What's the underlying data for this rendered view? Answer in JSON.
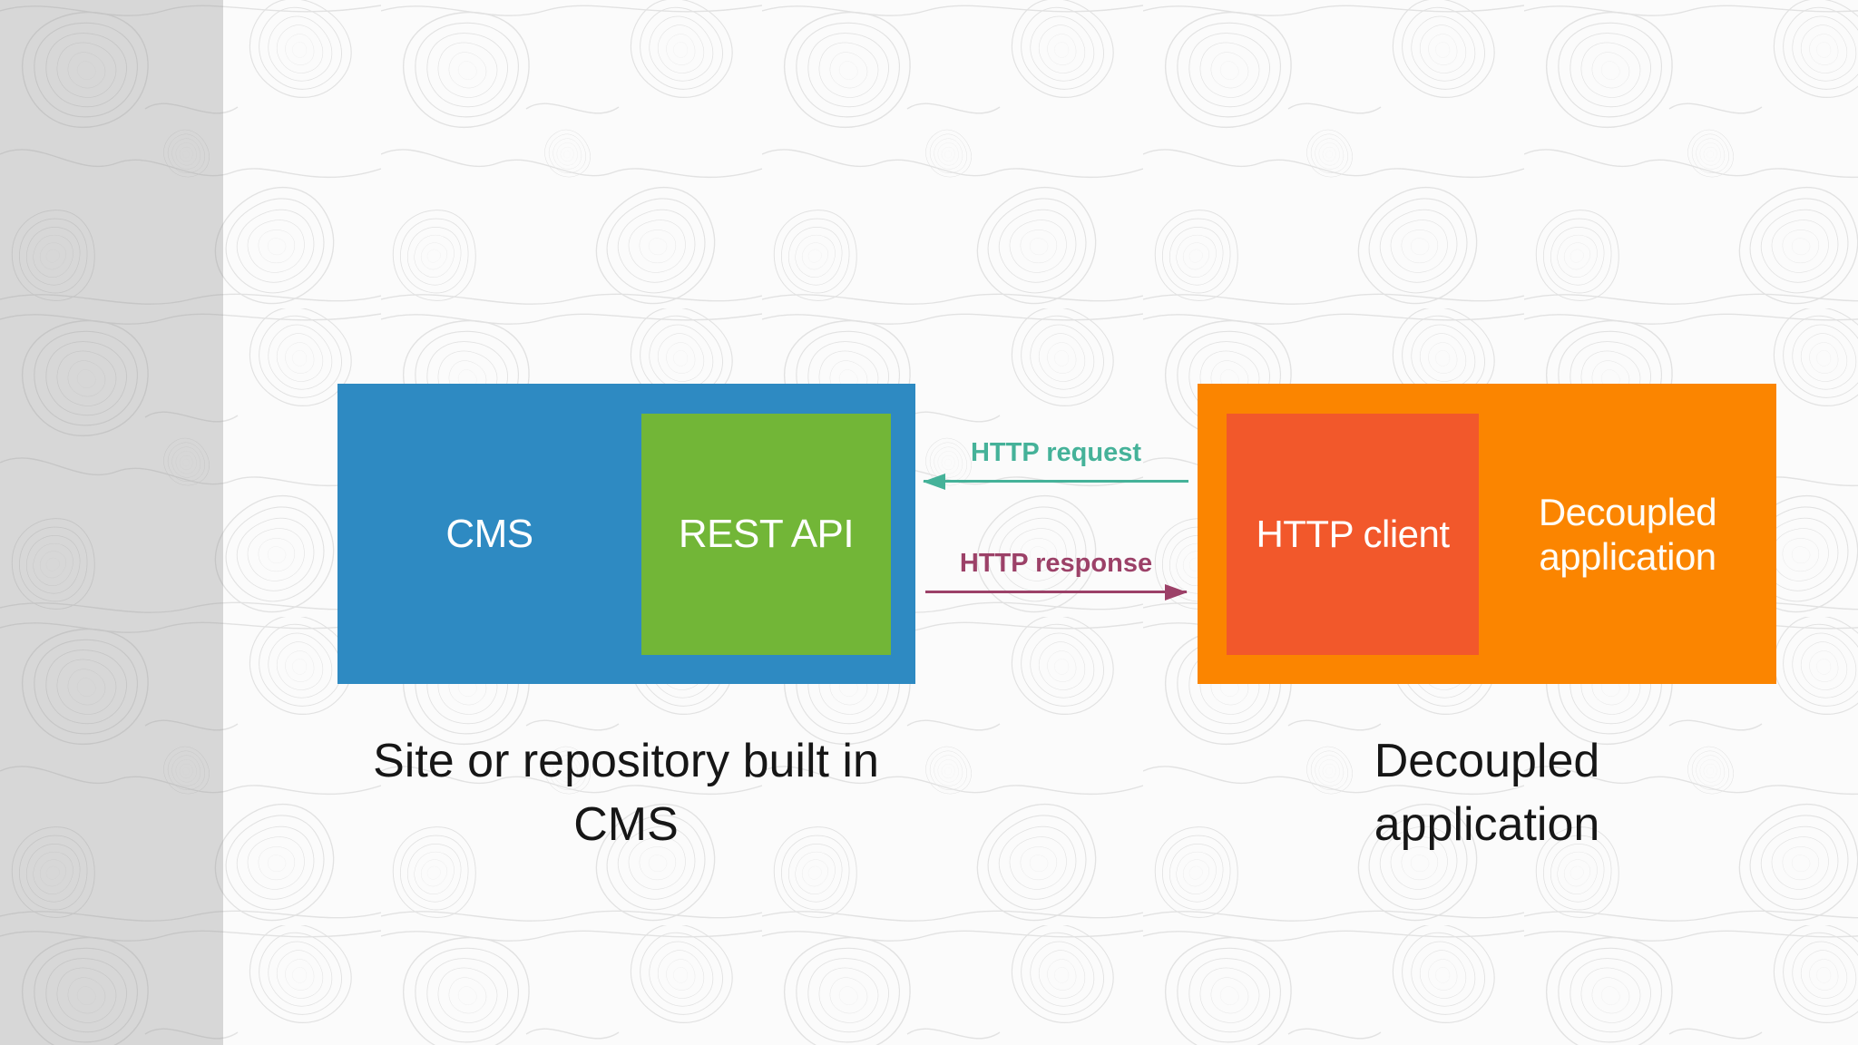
{
  "diagram": {
    "cms_box": {
      "label": "CMS",
      "fill": "#2e8ac2",
      "text_color": "#ffffff"
    },
    "rest_api_box": {
      "label": "REST API",
      "fill": "#72b637",
      "text_color": "#ffffff"
    },
    "decoupled_box": {
      "line1": "Decoupled",
      "line2": "application",
      "fill": "#fb8500",
      "text_color": "#ffffff"
    },
    "http_client_box": {
      "label": "HTTP client",
      "fill": "#f2582b",
      "text_color": "#ffffff"
    },
    "request_arrow": {
      "label": "HTTP request",
      "color": "#45b299",
      "direction": "left"
    },
    "response_arrow": {
      "label": "HTTP response",
      "color": "#9c4168",
      "direction": "right"
    },
    "captions": {
      "cms_side": {
        "line1": "Site or repository built in",
        "line2": "CMS"
      },
      "decoupled_side": {
        "line1": "Decoupled",
        "line2": "application"
      }
    }
  },
  "background": {
    "base_color": "#fbfbfb",
    "left_strip_color": "#dcdcdc",
    "pattern": "topographic-contours",
    "pattern_line_color": "#e2e2e2"
  }
}
